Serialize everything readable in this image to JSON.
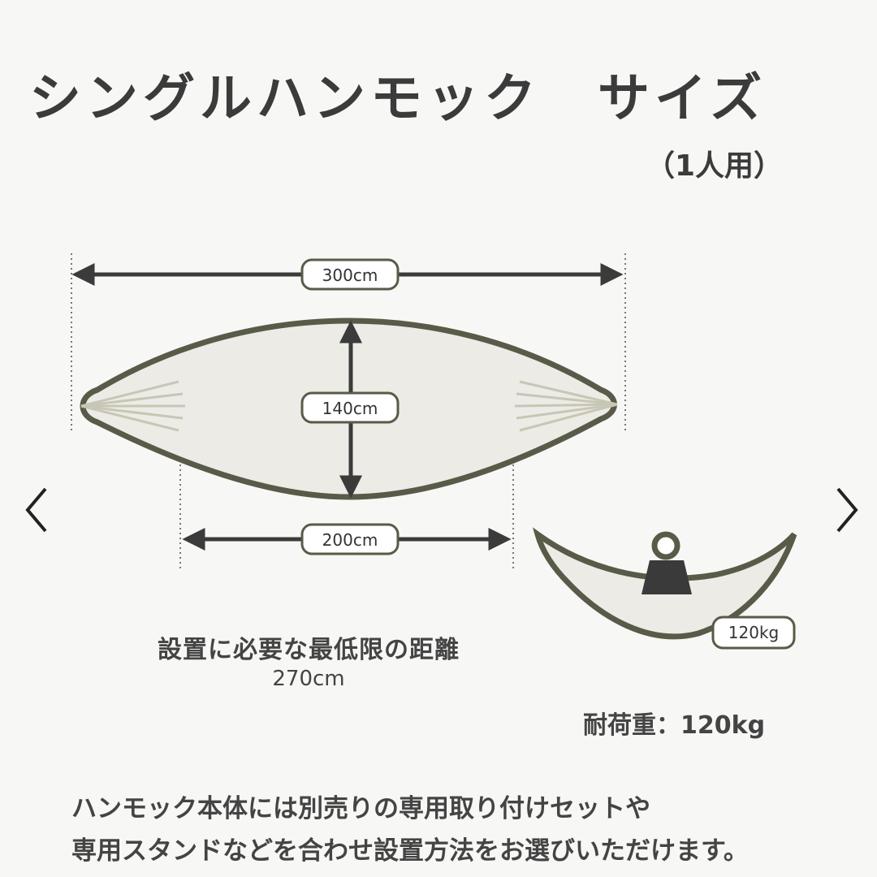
{
  "header": {
    "title": "シングルハンモック　サイズ",
    "subtitle": "（1人用）"
  },
  "dimensions": {
    "total_length": "300cm",
    "width": "140cm",
    "body_length": "200cm",
    "load_badge": "120kg"
  },
  "min_distance": {
    "label": "設置に必要な最低限の距離",
    "value": "270cm"
  },
  "capacity": {
    "label": "耐荷重：",
    "value": "120kg"
  },
  "note": {
    "line1": "ハンモック本体には別売りの専用取り付けセットや",
    "line2": "専用スタンドなどを合わせ設置方法をお選びいただけます。"
  },
  "navigation": {
    "prev_icon": "chevron-left-icon",
    "next_icon": "chevron-right-icon"
  },
  "colors": {
    "outline": "#5a5a48",
    "fabric": "#ecebe6",
    "text": "#3b3b3b"
  }
}
